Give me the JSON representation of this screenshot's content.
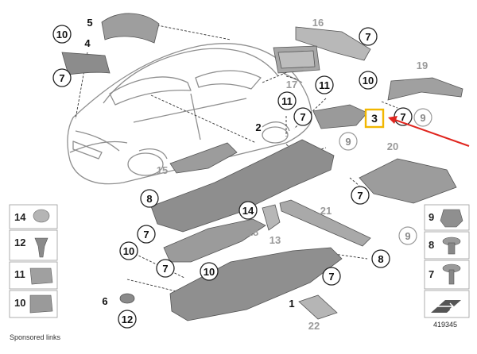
{
  "diagram": {
    "callouts_dark": [
      {
        "id": "c10a",
        "label": "10"
      },
      {
        "id": "c7a",
        "label": "7"
      },
      {
        "id": "c7b",
        "label": "7"
      },
      {
        "id": "c10b",
        "label": "10"
      },
      {
        "id": "c11a",
        "label": "11"
      },
      {
        "id": "c11b",
        "label": "11"
      },
      {
        "id": "c7c",
        "label": "7"
      },
      {
        "id": "c7d",
        "label": "7"
      },
      {
        "id": "c8a",
        "label": "8"
      },
      {
        "id": "c7e",
        "label": "7"
      },
      {
        "id": "c14a",
        "label": "14"
      },
      {
        "id": "c10c",
        "label": "10"
      },
      {
        "id": "c7f",
        "label": "7"
      },
      {
        "id": "c10d",
        "label": "10"
      },
      {
        "id": "c7g",
        "label": "7"
      },
      {
        "id": "c8b",
        "label": "8"
      },
      {
        "id": "c12a",
        "label": "12"
      },
      {
        "id": "c7h",
        "label": "7"
      }
    ],
    "callouts_grey": [
      {
        "id": "g9a",
        "label": "9"
      },
      {
        "id": "g9b",
        "label": "9"
      },
      {
        "id": "g9c",
        "label": "9"
      }
    ],
    "part_numbers_dark": [
      {
        "id": "p5",
        "label": "5"
      },
      {
        "id": "p4",
        "label": "4"
      },
      {
        "id": "p2",
        "label": "2"
      },
      {
        "id": "p6",
        "label": "6"
      },
      {
        "id": "p1",
        "label": "1"
      }
    ],
    "part_numbers_grey": [
      {
        "id": "p16",
        "label": "16"
      },
      {
        "id": "p17",
        "label": "17"
      },
      {
        "id": "p19",
        "label": "19"
      },
      {
        "id": "p20",
        "label": "20"
      },
      {
        "id": "p15",
        "label": "15"
      },
      {
        "id": "p18",
        "label": "18"
      },
      {
        "id": "p13",
        "label": "13"
      },
      {
        "id": "p21",
        "label": "21"
      },
      {
        "id": "p22",
        "label": "22"
      }
    ],
    "highlight_label": "3",
    "legend_left": [
      "14",
      "12",
      "11",
      "10"
    ],
    "legend_right": [
      "9",
      "8",
      "7"
    ],
    "reference_number": "419345"
  },
  "footer": {
    "sponsored_text": "Sponsored links"
  },
  "colors": {
    "highlight": "#f2b700",
    "arrow": "#e0261f",
    "part_fill": "#9e9e9e",
    "car_line": "#8f8f8f"
  }
}
